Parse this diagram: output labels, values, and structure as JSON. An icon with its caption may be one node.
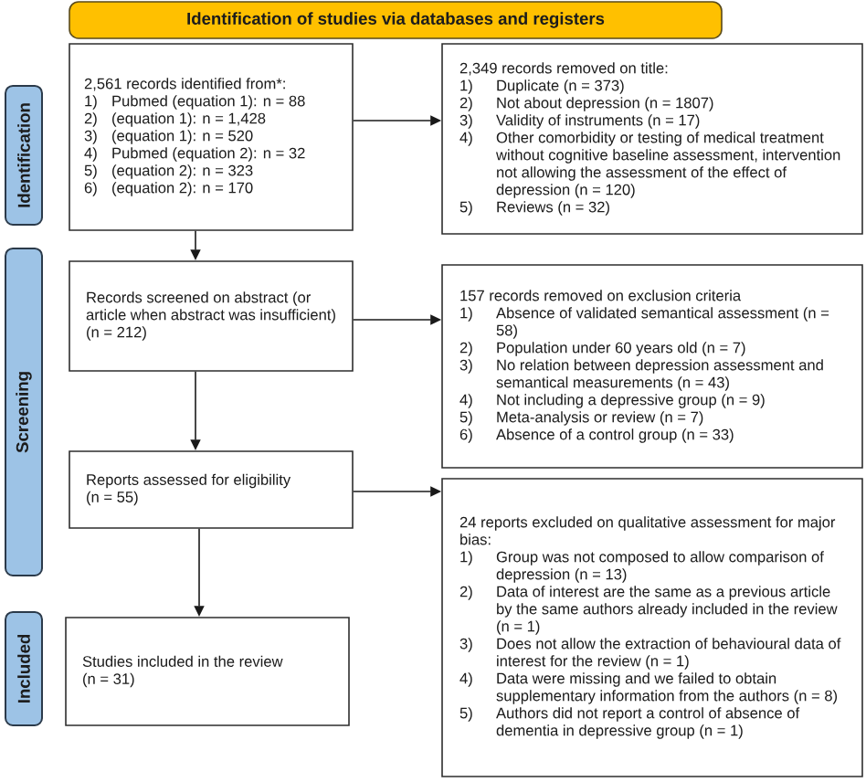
{
  "diagram": {
    "nodes": [
      {
        "text": [
          "Identification of studies via databases and registers"
        ]
      },
      {
        "text": [
          "Identification"
        ]
      },
      {
        "text": [
          "2,561 records identified from*:",
          "1)",
          "Pubmed (equation 1): n = 88",
          "2)",
          "(equation 1): n = 1,428",
          "3)",
          "(equation 1): n = 520",
          "4)",
          "Pubmed (equation 2): n = 32",
          "5)",
          "(equation 2): n = 323",
          "6)",
          "(equation 2): n = 170"
        ]
      },
      {
        "text": [
          "2,349 records removed on title:",
          "1)",
          "Duplicate (n = 373)",
          "2)",
          "Not about depression (n = 1807)",
          "3)",
          "Validity of instruments (n = 17)",
          "4)",
          "Other comorbidity or testing of medical treatment without cognitive baseline assessment, intervention not allowing the assessment of the effect of depression (n = 120)",
          "5)",
          "Reviews (n = 32)"
        ]
      },
      {
        "text": [
          "Screening"
        ]
      },
      {
        "text": [
          "Records screened on abstract (or article when abstract was insufficient)",
          "(n = 212)"
        ]
      },
      {
        "text": [
          "157 records removed on exclusion criteria",
          "1)",
          "Absence of validated semantical assessment (n = 58)",
          "2)",
          "Population under 60 years old (n = 7)",
          "3)",
          "No relation between depression assessment and semantical measurements (n = 43)",
          "4)",
          "Not including a depressive group (n = 9)",
          "5)",
          "Meta-analysis or review (n = 7)",
          "6)",
          "Absence of a control group (n = 33)"
        ]
      },
      {
        "text": [
          "Reports assessed for eligibility",
          "(n = 55)"
        ]
      },
      {
        "text": [
          "24 reports excluded on qualitative assessment for major bias:",
          "1)",
          "Group was not composed to allow comparison of depression (n = 13)",
          "2)",
          "Data of interest are the same as a previous article by the same authors already included in the review (n = 1)",
          "3)",
          "Does not allow the extraction of behavioural data of interest for the review (n = 1)",
          "4)",
          "Data were missing and we failed to obtain supplementary information from the authors (n = 8)",
          "5)",
          "Authors did not report a control of absence of dementia in depressive group (n = 1)"
        ]
      },
      {
        "text": [
          "Included"
        ]
      },
      {
        "text": [
          "Studies included in the review",
          "(n = 31)"
        ]
      }
    ],
    "edges": [
      {
        "from": 2,
        "to": 3,
        "arrow": "to"
      },
      {
        "from": 2,
        "to": 5,
        "arrow": "to"
      },
      {
        "from": 5,
        "to": 6,
        "arrow": "to"
      },
      {
        "from": 5,
        "to": 7,
        "arrow": "to"
      },
      {
        "from": 7,
        "to": 8,
        "arrow": "to"
      },
      {
        "from": 7,
        "to": 10,
        "arrow": "to"
      }
    ]
  }
}
